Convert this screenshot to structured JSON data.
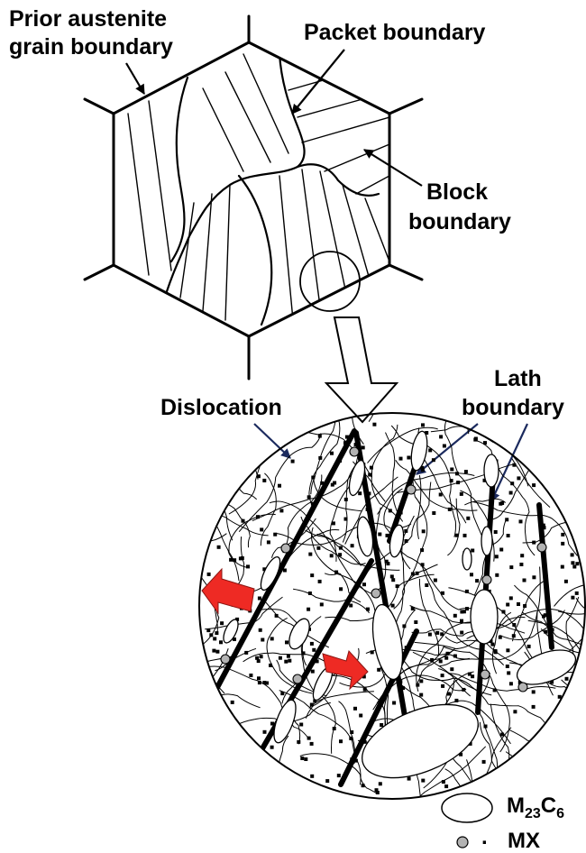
{
  "labels": {
    "prior_austenite_line1": "Prior austenite",
    "prior_austenite_line2": "grain boundary",
    "packet_boundary": "Packet boundary",
    "block_line1": "Block",
    "block_line2": "boundary",
    "dislocation": "Dislocation",
    "lath_line1": "Lath",
    "lath_line2": "boundary"
  },
  "legend": {
    "carbide_main": "M",
    "carbide_sub1": "23",
    "carbide_mid": "C",
    "carbide_sub2": "6",
    "mx": "MX",
    "mx_dot": "."
  },
  "colors": {
    "stress_arrow": "#ee2a24",
    "leader_navy": "#1b2a5e",
    "mx_particle": "#b3b3b3"
  }
}
